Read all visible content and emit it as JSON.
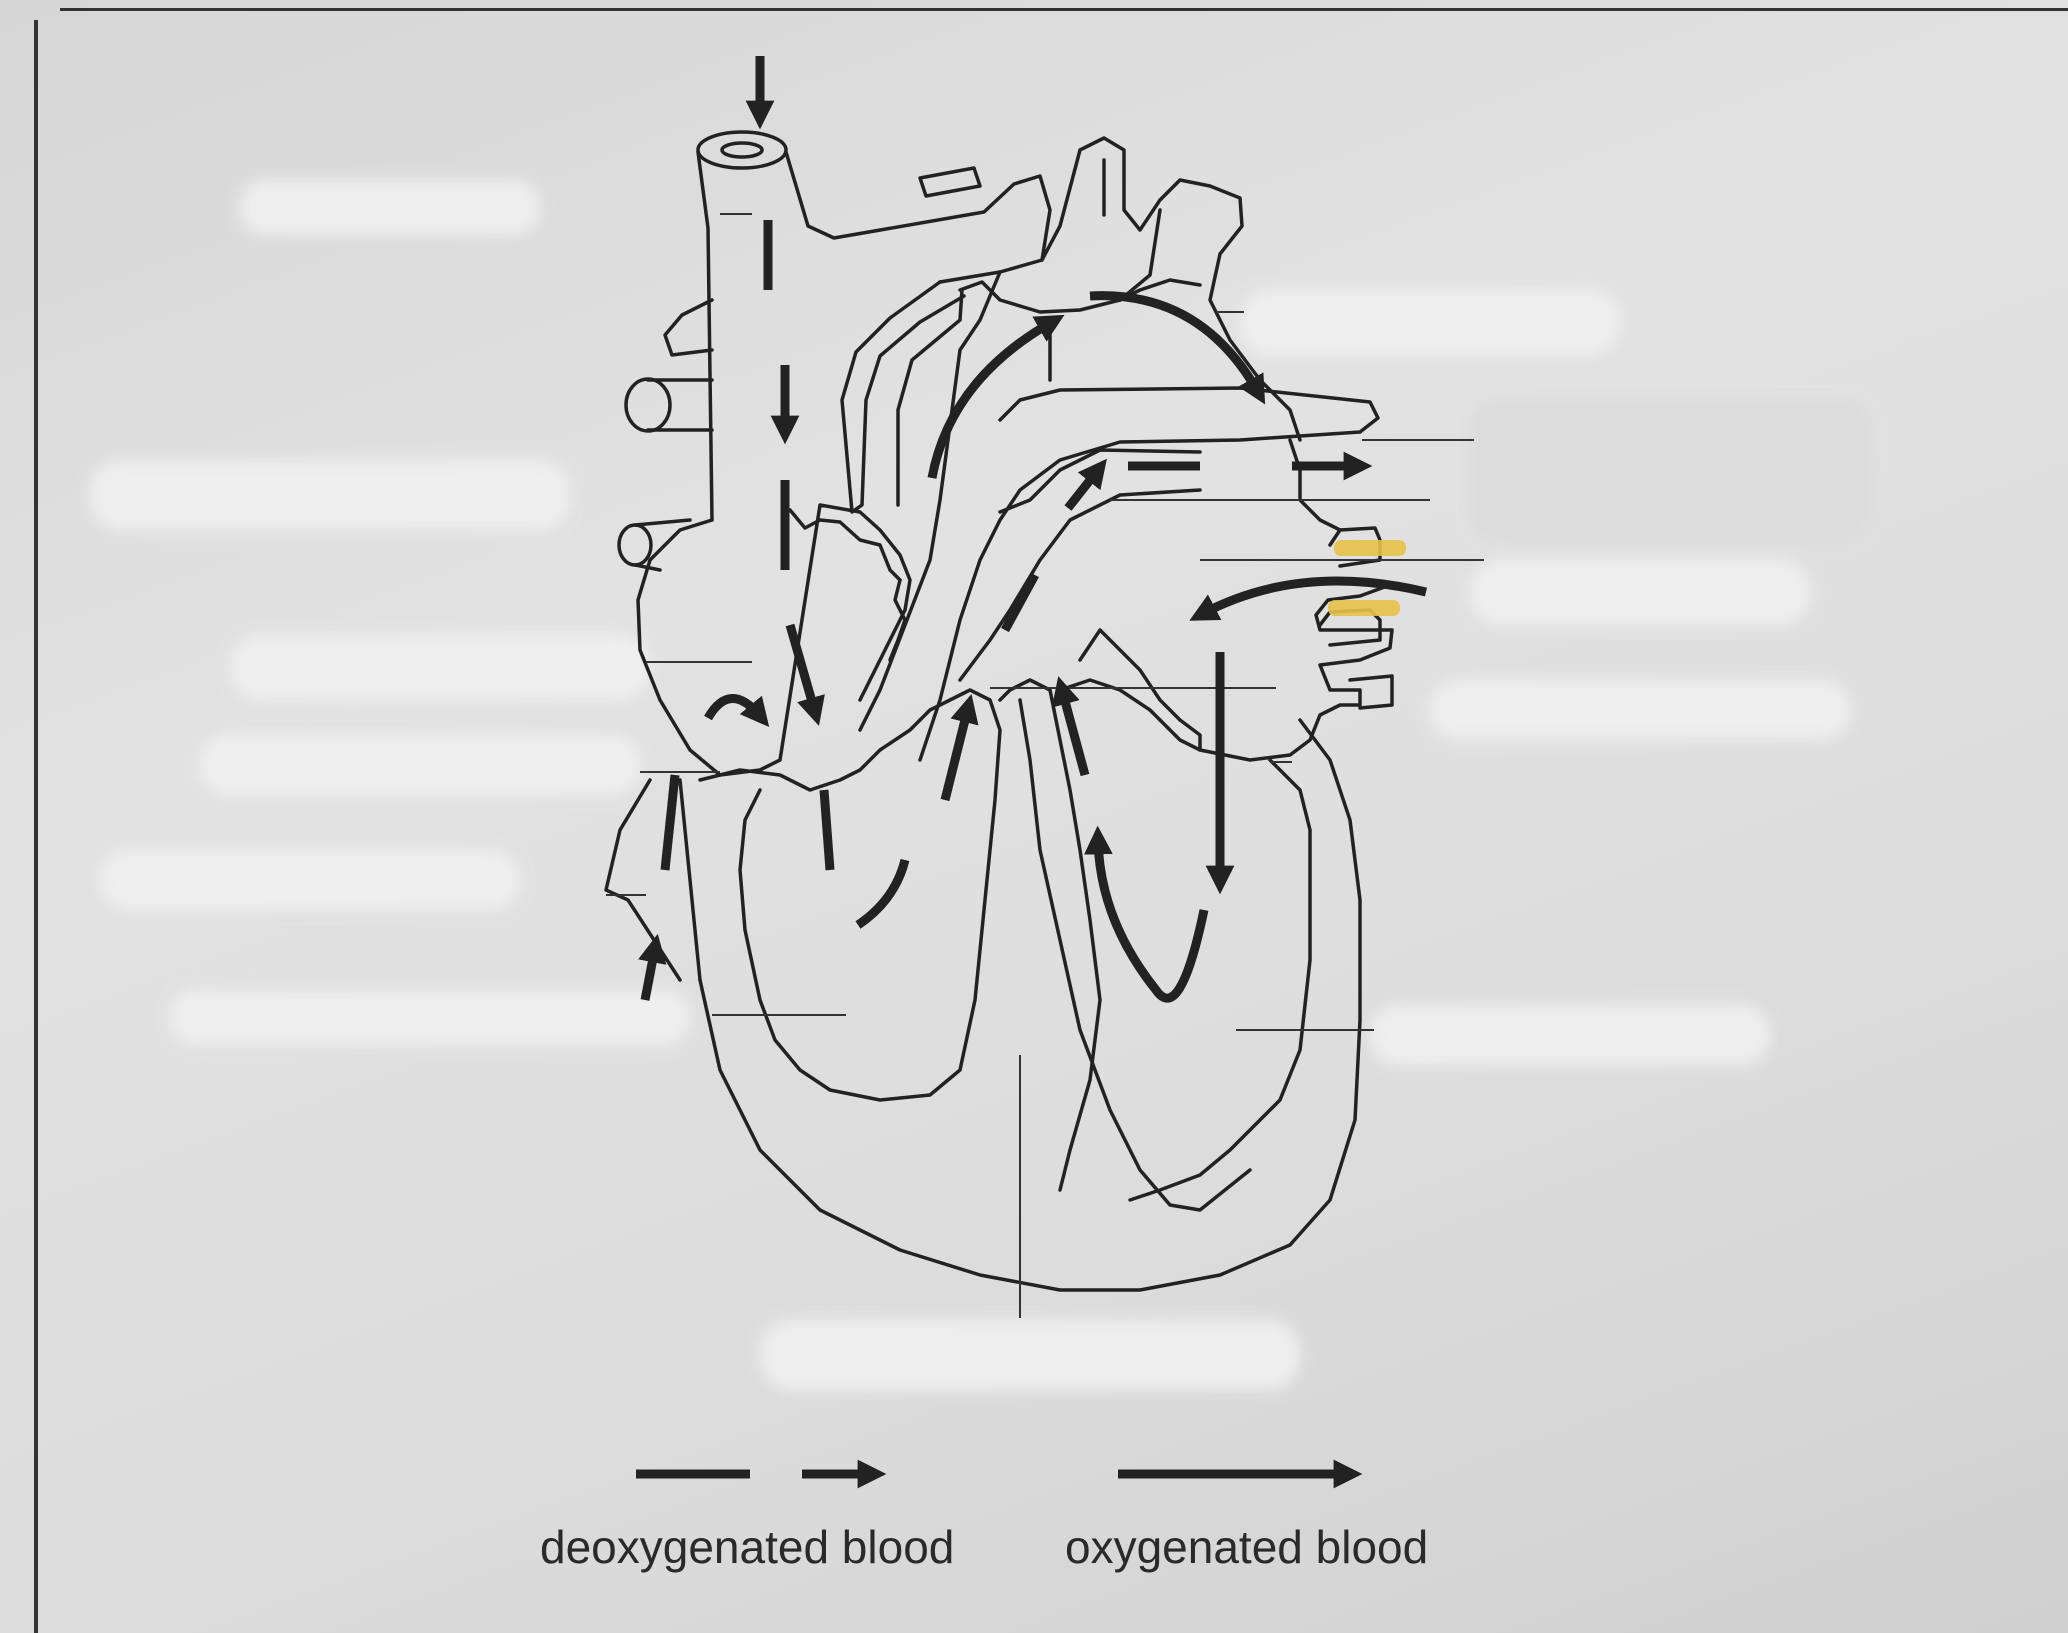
{
  "diagram": {
    "legend": {
      "deoxygenated_label": "deoxygenated blood",
      "oxygenated_label": "oxygenated blood"
    },
    "label_blanks_count": 12
  },
  "colors": {
    "ink": "#222222",
    "paper": "#dedede",
    "highlight": "#e8c24a",
    "redaction": "#eeeeee"
  }
}
